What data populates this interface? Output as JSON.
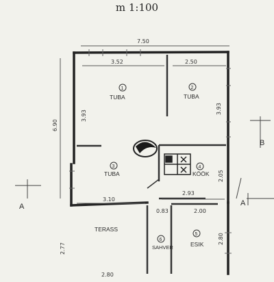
{
  "scale": "m 1:100",
  "dimensions": {
    "top_width": "7.50",
    "left_height": "6.90",
    "room1_width": "3.52",
    "room2_width": "2.50",
    "room1_depth": "3.93",
    "room2_depth": "3.93",
    "room3_width": "3.10",
    "kitchen_width": "2.93",
    "kitchen_depth": "2.05",
    "sahver_width": "0.83",
    "esik_width": "2.00",
    "esik_depth": "2.80",
    "terass_depth": "2.77",
    "terass_width": "2.80"
  },
  "rooms": [
    {
      "number": "1",
      "name": "TUBA"
    },
    {
      "number": "2",
      "name": "TUBA"
    },
    {
      "number": "3",
      "name": "TUBA"
    },
    {
      "number": "4",
      "name": "KÖÖK"
    },
    {
      "number": "5",
      "name": "ESIK"
    },
    {
      "number": "6",
      "name": "SAHVER"
    }
  ],
  "terrace_label": "TERASS",
  "section_marks": {
    "a_left": "A",
    "a_right": "A",
    "b": "B"
  }
}
